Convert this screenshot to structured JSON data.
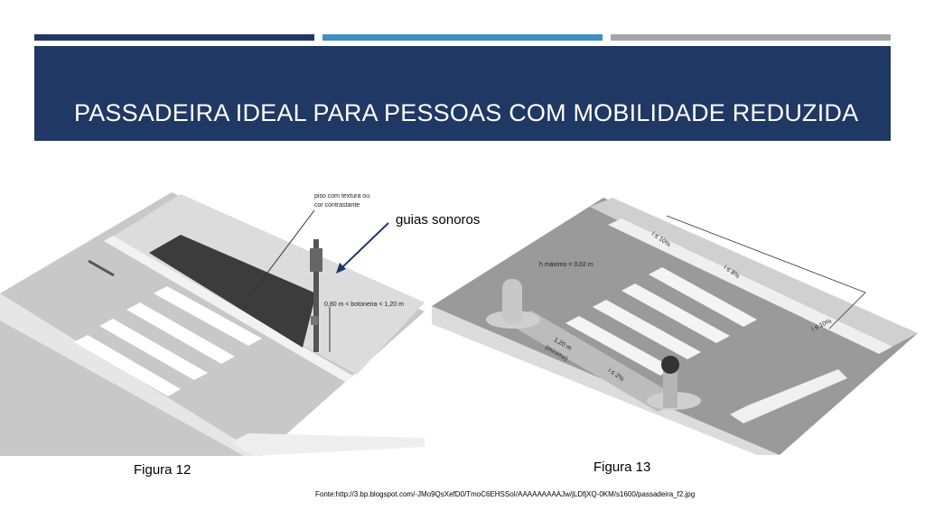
{
  "slide": {
    "title": "PASSADEIRA IDEAL PARA PESSOAS COM MOBILIDADE REDUZIDA",
    "accent_colors": [
      "#1f3864",
      "#3f8fc6",
      "#a5a5a5"
    ]
  },
  "figure12": {
    "caption": "Figura 12",
    "callout": "guias sonoros",
    "note_line1": "piso com textura ou",
    "note_line2": "cor contrastante",
    "button_height": "0,80 m < botoneira < 1,20 m"
  },
  "figure13": {
    "caption": "Figura 13",
    "h_max": "h máximo = 0,02 m",
    "slope_10_a": "i ≤ 10%",
    "slope_8": "i ≤ 8%",
    "slope_10_b": "i ≤ 10%",
    "slope_2": "i ≤ 2%",
    "width_line1": "1,20 m",
    "width_line2": "(mínimo)"
  },
  "source": "Fonte:http://3.bp.blogspot.com/-JMo9QsXefD0/TmoC6EHSSoI/AAAAAAAAAJw/jLDfjXQ-0KM/s1600/passadeira_f2.jpg"
}
